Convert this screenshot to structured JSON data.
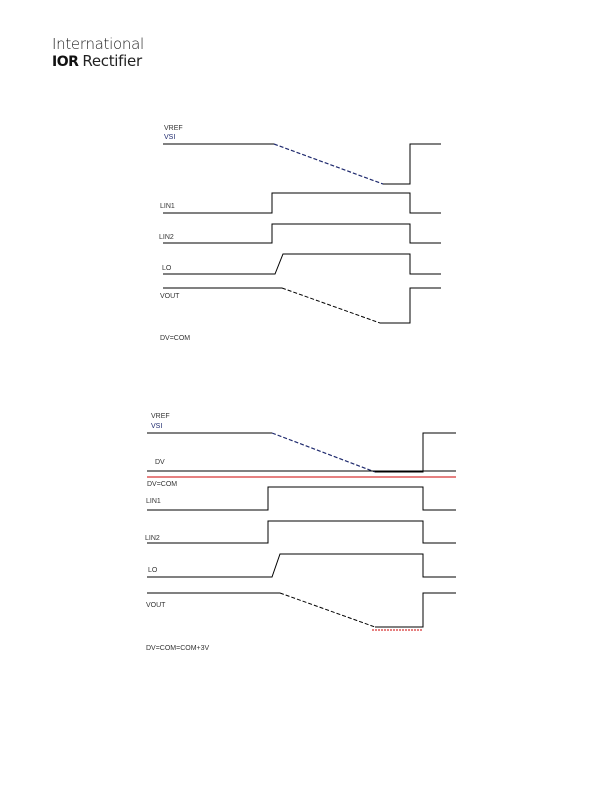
{
  "logo": {
    "line1": "International",
    "mark": "IOR",
    "line2": "Rectifier"
  },
  "diagram1": {
    "labels": {
      "vref": "VREF",
      "vsi": "VSI",
      "lin1": "LIN1",
      "lin2": "LIN2",
      "lo": "LO",
      "vout": "VOUT",
      "caption": "DV=COM"
    }
  },
  "diagram2": {
    "labels": {
      "vref": "VREF",
      "vsi": "VSI",
      "dv": "DV",
      "dvcom": "DV=COM",
      "lin1": "LIN1",
      "lin2": "LIN2",
      "lo": "LO",
      "vout": "VOUT",
      "caption": "DV=COM=COM+3V"
    }
  },
  "colors": {
    "line": "#000000",
    "vsi": "#1f2a6e",
    "red": "#cc0000"
  }
}
